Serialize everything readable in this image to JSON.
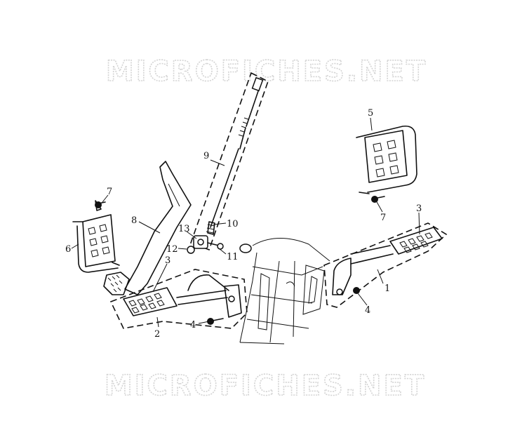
{
  "watermark": {
    "text": "MICROFICHES.NET"
  },
  "callouts": [
    {
      "id": "c1",
      "label": "1"
    },
    {
      "id": "c2",
      "label": "2"
    },
    {
      "id": "c3a",
      "label": "3"
    },
    {
      "id": "c3b",
      "label": "3"
    },
    {
      "id": "c4a",
      "label": "4"
    },
    {
      "id": "c4b",
      "label": "4"
    },
    {
      "id": "c5",
      "label": "5"
    },
    {
      "id": "c6",
      "label": "6"
    },
    {
      "id": "c7a",
      "label": "7"
    },
    {
      "id": "c7b",
      "label": "7"
    },
    {
      "id": "c8",
      "label": "8"
    },
    {
      "id": "c9",
      "label": "9"
    },
    {
      "id": "c10",
      "label": "10"
    },
    {
      "id": "c11",
      "label": "11"
    },
    {
      "id": "c12",
      "label": "12"
    },
    {
      "id": "c13",
      "label": "13"
    }
  ]
}
